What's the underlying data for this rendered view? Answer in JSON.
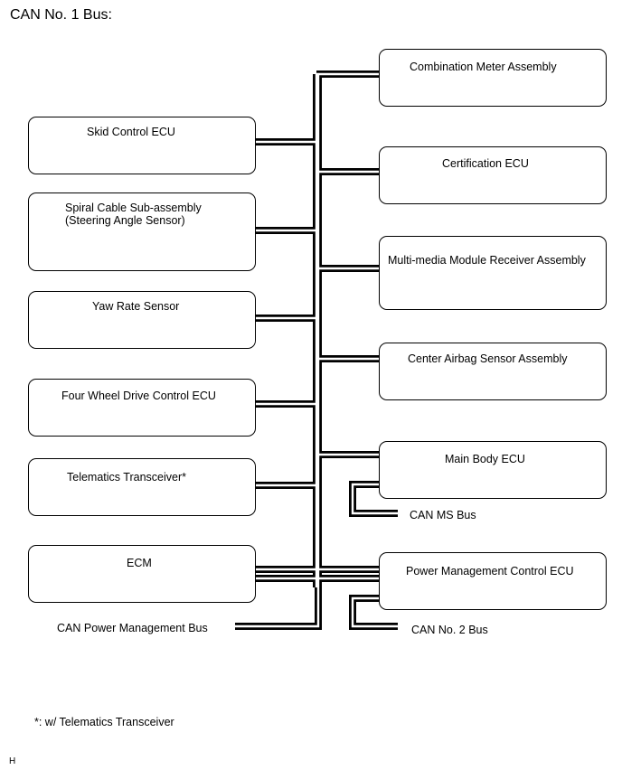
{
  "title": "CAN No. 1 Bus:",
  "left_modules": [
    {
      "label": "Skid Control ECU"
    },
    {
      "label": "Spiral Cable Sub-assembly\n(Steering Angle Sensor)"
    },
    {
      "label": "Yaw Rate Sensor"
    },
    {
      "label": "Four Wheel Drive Control ECU"
    },
    {
      "label": "Telematics Transceiver*"
    },
    {
      "label": "ECM"
    }
  ],
  "right_modules": [
    {
      "label": "Combination Meter Assembly"
    },
    {
      "label": "Certification ECU"
    },
    {
      "label": "Multi-media Module Receiver Assembly"
    },
    {
      "label": "Center Airbag Sensor Assembly"
    },
    {
      "label": "Main Body ECU"
    },
    {
      "label": "Power Management Control ECU"
    }
  ],
  "bus_labels": {
    "can_ms": "CAN MS Bus",
    "can_no2": "CAN No. 2 Bus",
    "can_power": "CAN Power Management Bus"
  },
  "footnote": "*: w/ Telematics Transceiver",
  "corner_mark": "H"
}
